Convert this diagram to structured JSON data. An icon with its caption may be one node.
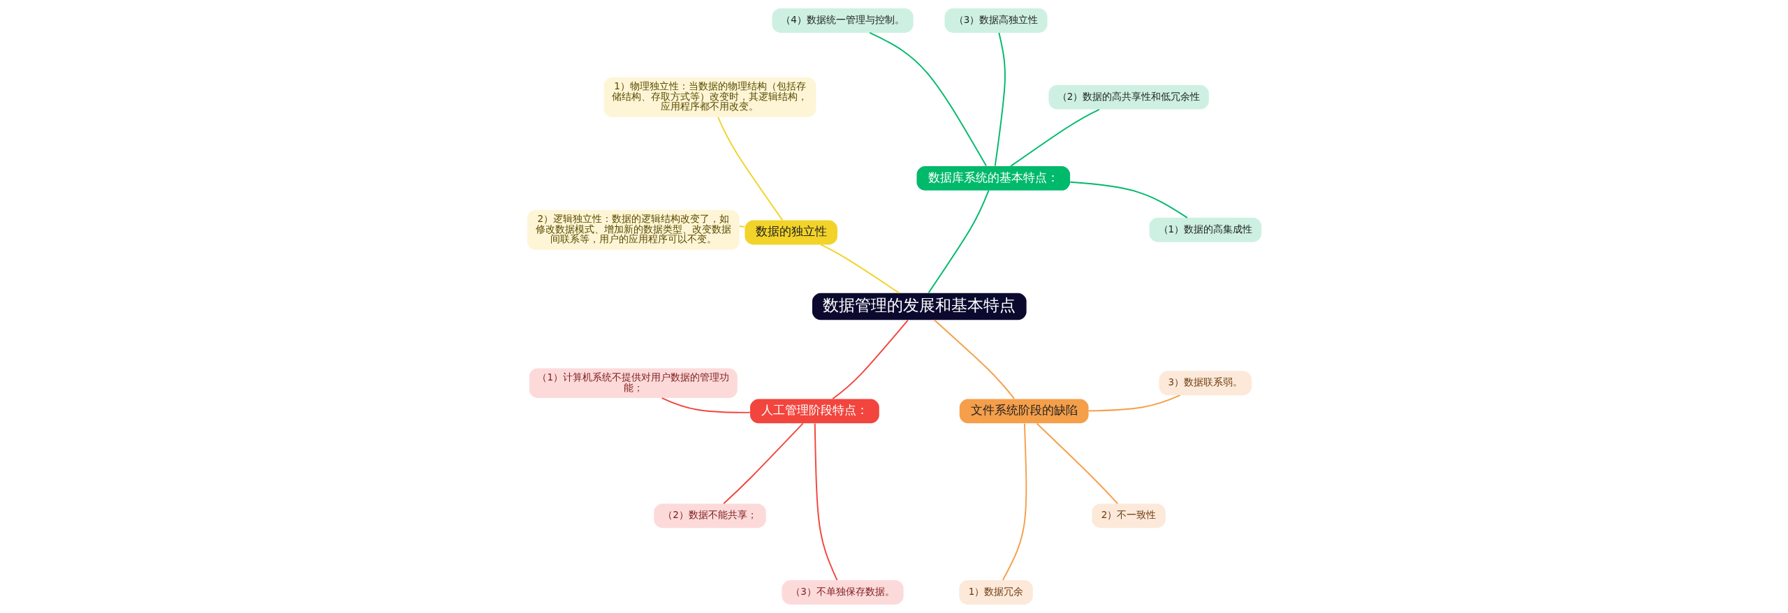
{
  "diagram": {
    "nodes": [
      {
        "text": [
          "数据管理的发展和基本特点"
        ]
      },
      {
        "text": [
          "数据库系统的基本特点："
        ]
      },
      {
        "text": [
          "（1）数据的高集成性"
        ]
      },
      {
        "text": [
          "（2）数据的高共享性和低冗余性"
        ]
      },
      {
        "text": [
          "（3）数据高独立性"
        ]
      },
      {
        "text": [
          "（4）数据统一管理与控制。"
        ]
      },
      {
        "text": [
          "数据的独立性"
        ]
      },
      {
        "text": [
          "1）物理独立性：当数据的物理结构（包括存储结构、存取方式等）改变时，其逻辑结构，应用程序都不用改变。"
        ]
      },
      {
        "text": [
          "2）逻辑独立性：数据的逻辑结构改变了，如修改数据模式、增加新的数据类型、改变数据间联系等，用户的应用程序可以不变。"
        ]
      },
      {
        "text": [
          "人工管理阶段特点："
        ]
      },
      {
        "text": [
          "（1）计算机系统不提供对用户数据的管理功能；"
        ]
      },
      {
        "text": [
          "（2）数据不能共享；"
        ]
      },
      {
        "text": [
          "（3）不单独保存数据。"
        ]
      },
      {
        "text": [
          "文件系统阶段的缺陷"
        ]
      },
      {
        "text": [
          "1）数据冗余"
        ]
      },
      {
        "text": [
          "2）不一致性"
        ]
      },
      {
        "text": [
          "3）数据联系弱。"
        ]
      }
    ],
    "edges": [
      {
        "from": 0,
        "to": 1,
        "arrow": "none",
        "color": "#00b96b"
      },
      {
        "from": 1,
        "to": 2,
        "arrow": "none",
        "color": "#00b96b"
      },
      {
        "from": 1,
        "to": 3,
        "arrow": "none",
        "color": "#00b96b"
      },
      {
        "from": 1,
        "to": 4,
        "arrow": "none",
        "color": "#00b96b"
      },
      {
        "from": 1,
        "to": 5,
        "arrow": "none",
        "color": "#00b96b"
      },
      {
        "from": 0,
        "to": 6,
        "arrow": "none",
        "color": "#f2d32a"
      },
      {
        "from": 6,
        "to": 7,
        "arrow": "none",
        "color": "#f2d32a"
      },
      {
        "from": 6,
        "to": 8,
        "arrow": "none",
        "color": "#f2d32a"
      },
      {
        "from": 0,
        "to": 9,
        "arrow": "none",
        "color": "#f2453d"
      },
      {
        "from": 9,
        "to": 10,
        "arrow": "none",
        "color": "#f2453d"
      },
      {
        "from": 9,
        "to": 11,
        "arrow": "none",
        "color": "#f2453d"
      },
      {
        "from": 9,
        "to": 12,
        "arrow": "none",
        "color": "#f2453d"
      },
      {
        "from": 0,
        "to": 13,
        "arrow": "none",
        "color": "#f59f4a"
      },
      {
        "from": 13,
        "to": 14,
        "arrow": "none",
        "color": "#f59f4a"
      },
      {
        "from": 13,
        "to": 15,
        "arrow": "none",
        "color": "#f59f4a"
      },
      {
        "from": 13,
        "to": 16,
        "arrow": "none",
        "color": "#f59f4a"
      }
    ]
  }
}
